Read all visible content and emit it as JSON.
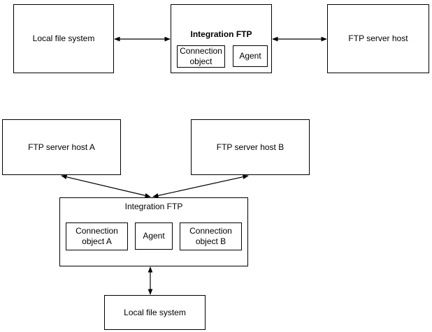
{
  "top_diagram": {
    "local_fs": "Local file system",
    "integration_title": "Integration FTP",
    "connection_object": "Connection\nobject",
    "agent": "Agent",
    "ftp_server_host": "FTP server host"
  },
  "bottom_diagram": {
    "ftp_host_a": "FTP server host A",
    "ftp_host_b": "FTP server host B",
    "integration_title": "Integration FTP",
    "connection_object_a": "Connection\nobject A",
    "agent": "Agent",
    "connection_object_b": "Connection\nobject B",
    "local_fs": "Local file system"
  }
}
